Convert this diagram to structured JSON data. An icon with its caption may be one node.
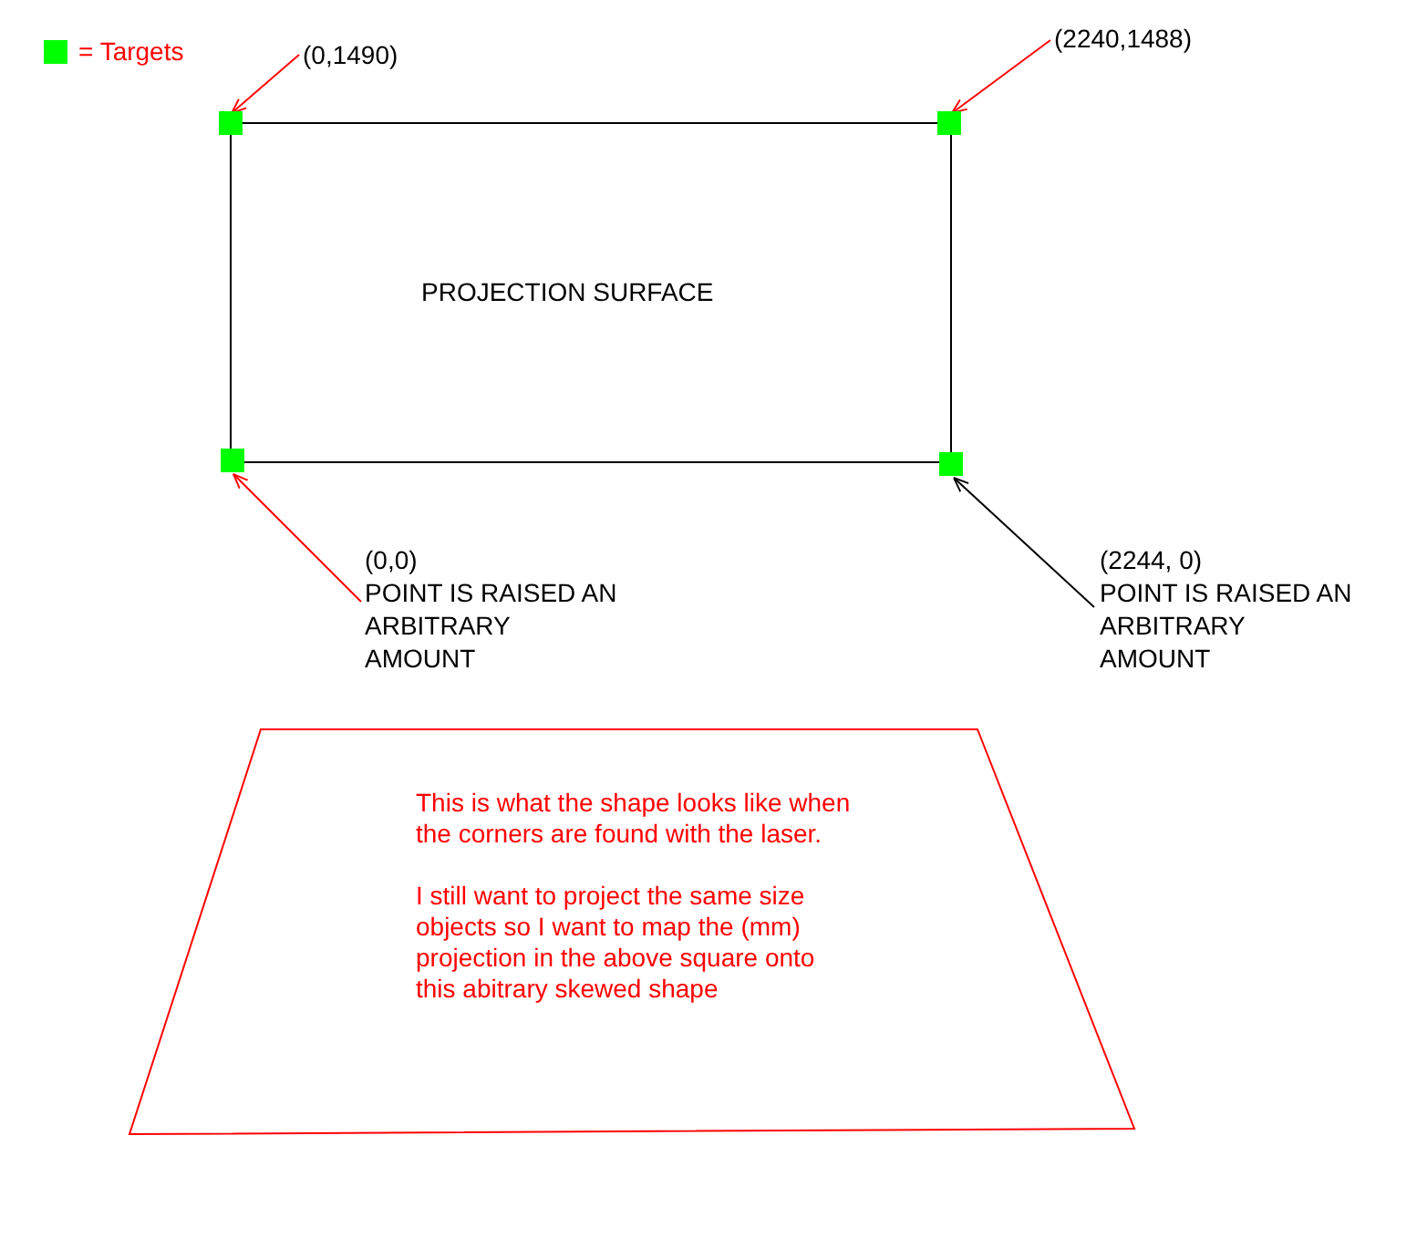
{
  "diagram": {
    "nodes": [
      {
        "text": [
          "PROJECTION SURFACE"
        ]
      },
      {
        "text": [],
        "shape": "box"
      },
      {
        "text": [],
        "shape": "box"
      },
      {
        "text": [],
        "shape": "box"
      },
      {
        "text": [],
        "shape": "box"
      },
      {
        "text": [
          "(0,1490)"
        ]
      },
      {
        "text": [
          "(2240,1488)"
        ]
      },
      {
        "text": [
          "(0,0)",
          "POINT IS RAISED AN ARBITRARY AMOUNT"
        ]
      },
      {
        "text": [
          "(2244, 0)",
          "POINT IS RAISED AN ARBITRARY AMOUNT"
        ]
      },
      {
        "text": [
          "This is what the shape looks like when the corners are found with the laser.",
          "I still want to project the same size objects so I want to map the (mm) projection in the above square onto this abitrary skewed shape"
        ]
      }
    ],
    "edges": [
      {
        "from": 5,
        "to": 1,
        "arrow": "to"
      },
      {
        "from": 6,
        "to": 2,
        "arrow": "to"
      },
      {
        "from": 7,
        "to": 3,
        "arrow": "to"
      },
      {
        "from": 8,
        "to": 4,
        "arrow": "to",
        "color": "#000000"
      }
    ],
    "legend": [
      {
        "text": "= Targets",
        "color": "#00ff00"
      }
    ]
  }
}
